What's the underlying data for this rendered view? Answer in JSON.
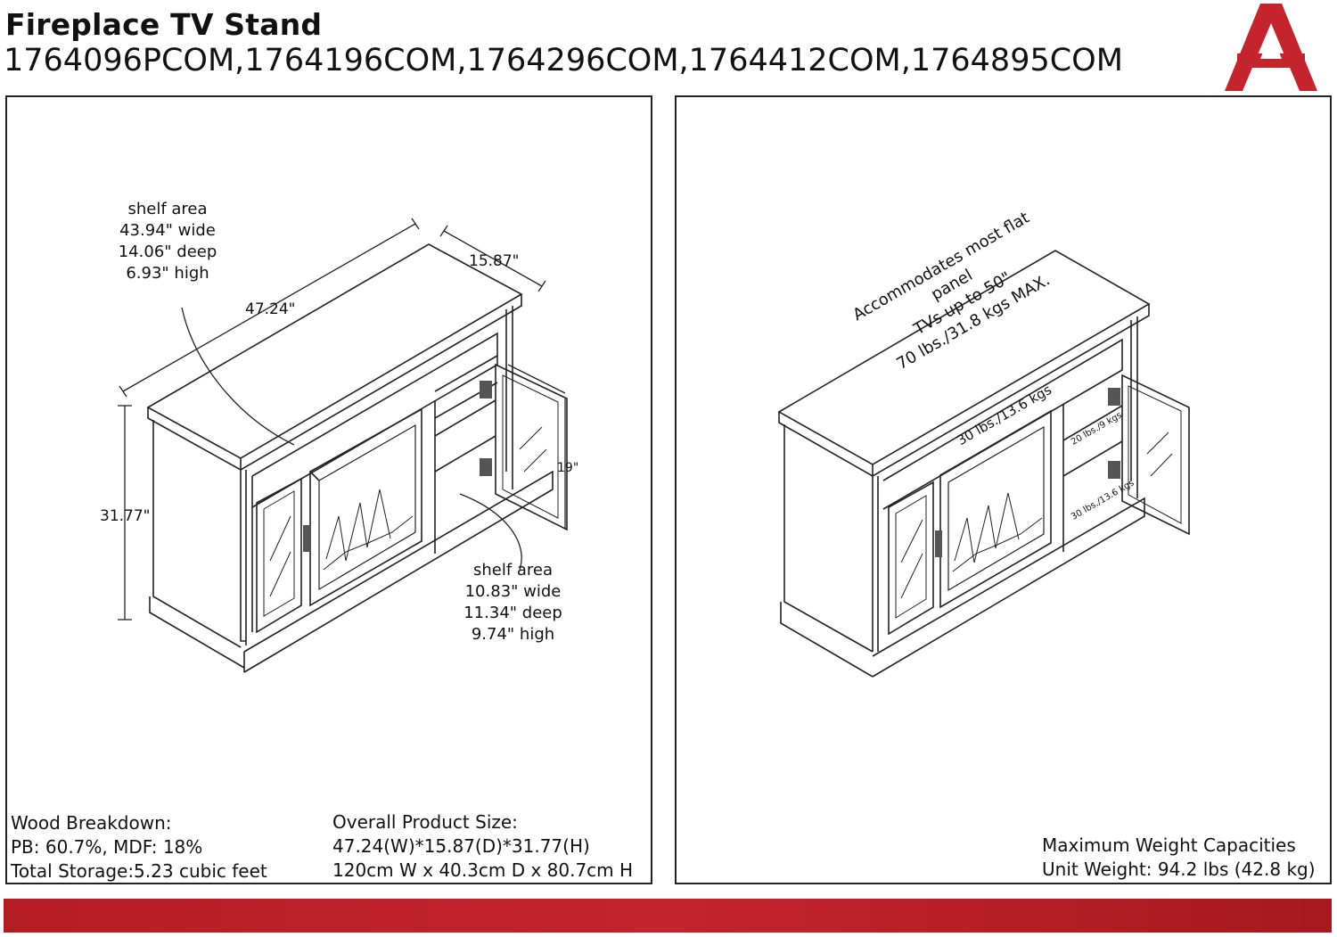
{
  "header": {
    "title": "Fireplace TV Stand",
    "models": "1764096PCOM,1764196COM,1764296COM,1764412COM,1764895COM"
  },
  "left_panel": {
    "top_shelf_label": [
      "shelf area",
      "43.94\" wide",
      "14.06\" deep",
      "6.93\" high"
    ],
    "side_shelf_label": [
      "shelf area",
      "10.83\" wide",
      "11.34\" deep",
      "9.74\" high"
    ],
    "dim_width": "47.24\"",
    "dim_depth": "15.87\"",
    "dim_height": "31.77\"",
    "dim_door_height": "19\"",
    "wood_breakdown": [
      "Wood Breakdown:",
      "PB: 60.7%, MDF: 18%",
      "Total Storage:5.23 cubic feet"
    ],
    "overall_size": [
      "Overall Product Size:",
      "47.24(W)*15.87(D)*31.77(H)",
      "120cm W x 40.3cm D x 80.7cm H"
    ]
  },
  "right_panel": {
    "top_capacity": [
      "Accommodates most flat panel",
      "TVs up to 50\"",
      "70 lbs./31.8 kgs MAX."
    ],
    "shelf_capacity": "30 lbs./13.6 kgs",
    "side_upper_capacity": "20 lbs./9 kgs",
    "side_lower_capacity": "30 lbs./13.6 kgs",
    "weights": [
      "Maximum Weight Capacities",
      "Unit Weight: 94.2 lbs (42.8 kg)"
    ]
  },
  "colors": {
    "brand_red": "#c4242c",
    "line": "#222222"
  }
}
